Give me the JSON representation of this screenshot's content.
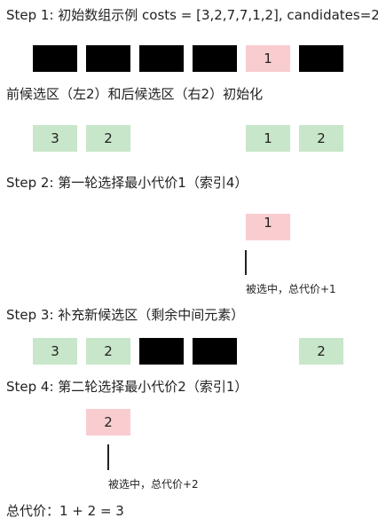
{
  "step1": {
    "title": "Step 1: 初始数组示例 costs = [3,2,7,7,1,2], candidates=2",
    "cell_pink": "1"
  },
  "init_caption": "前候选区（左2）和后候选区（右2）初始化",
  "init_row": [
    "3",
    "2",
    "1",
    "2"
  ],
  "step2": {
    "title": "Step 2: 第一轮选择最小代价1（索引4）",
    "selected": "1",
    "note": "被选中，总代价+1"
  },
  "step3": {
    "title": "Step 3: 补充新候选区（剩余中间元素）",
    "row": [
      "3",
      "2",
      "2"
    ]
  },
  "step4": {
    "title": "Step 4: 第二轮选择最小代价2（索引1）",
    "selected": "2",
    "note": "被选中，总代价+2"
  },
  "total": "总代价：1 + 2 = 3",
  "colors": {
    "black": "#000000",
    "pink": "#f9ccd0",
    "green": "#c8e6c9"
  }
}
